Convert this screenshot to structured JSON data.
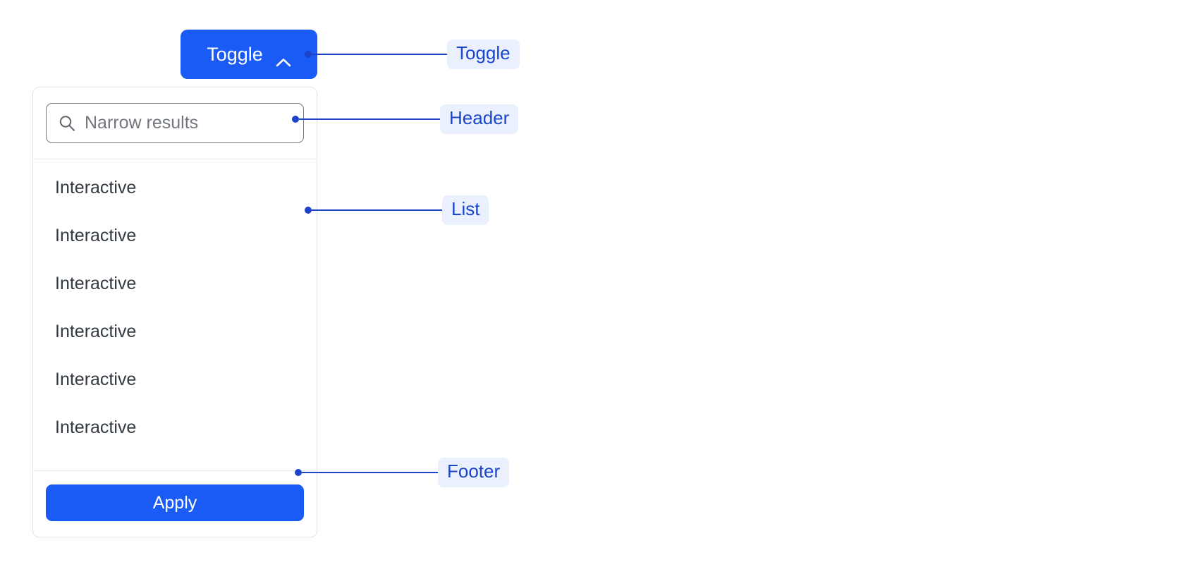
{
  "toggle": {
    "label": "Toggle",
    "icon": "chevron-up-icon",
    "expanded": true,
    "background_color": "#1a5af5",
    "text_color": "#ffffff"
  },
  "dropdown": {
    "header": {
      "search": {
        "icon": "search-icon",
        "placeholder": "Narrow results",
        "value": ""
      }
    },
    "list": {
      "items": [
        {
          "label": "Interactive"
        },
        {
          "label": "Interactive"
        },
        {
          "label": "Interactive"
        },
        {
          "label": "Interactive"
        },
        {
          "label": "Interactive"
        },
        {
          "label": "Interactive"
        }
      ]
    },
    "footer": {
      "apply_label": "Apply"
    },
    "border_color": "#e3e5ea",
    "background_color": "#ffffff"
  },
  "annotations": {
    "accent_color": "#1b44c8",
    "badge_background": "#eaf0fd",
    "items": [
      {
        "label": "Toggle"
      },
      {
        "label": "Header"
      },
      {
        "label": "List"
      },
      {
        "label": "Footer"
      }
    ]
  }
}
